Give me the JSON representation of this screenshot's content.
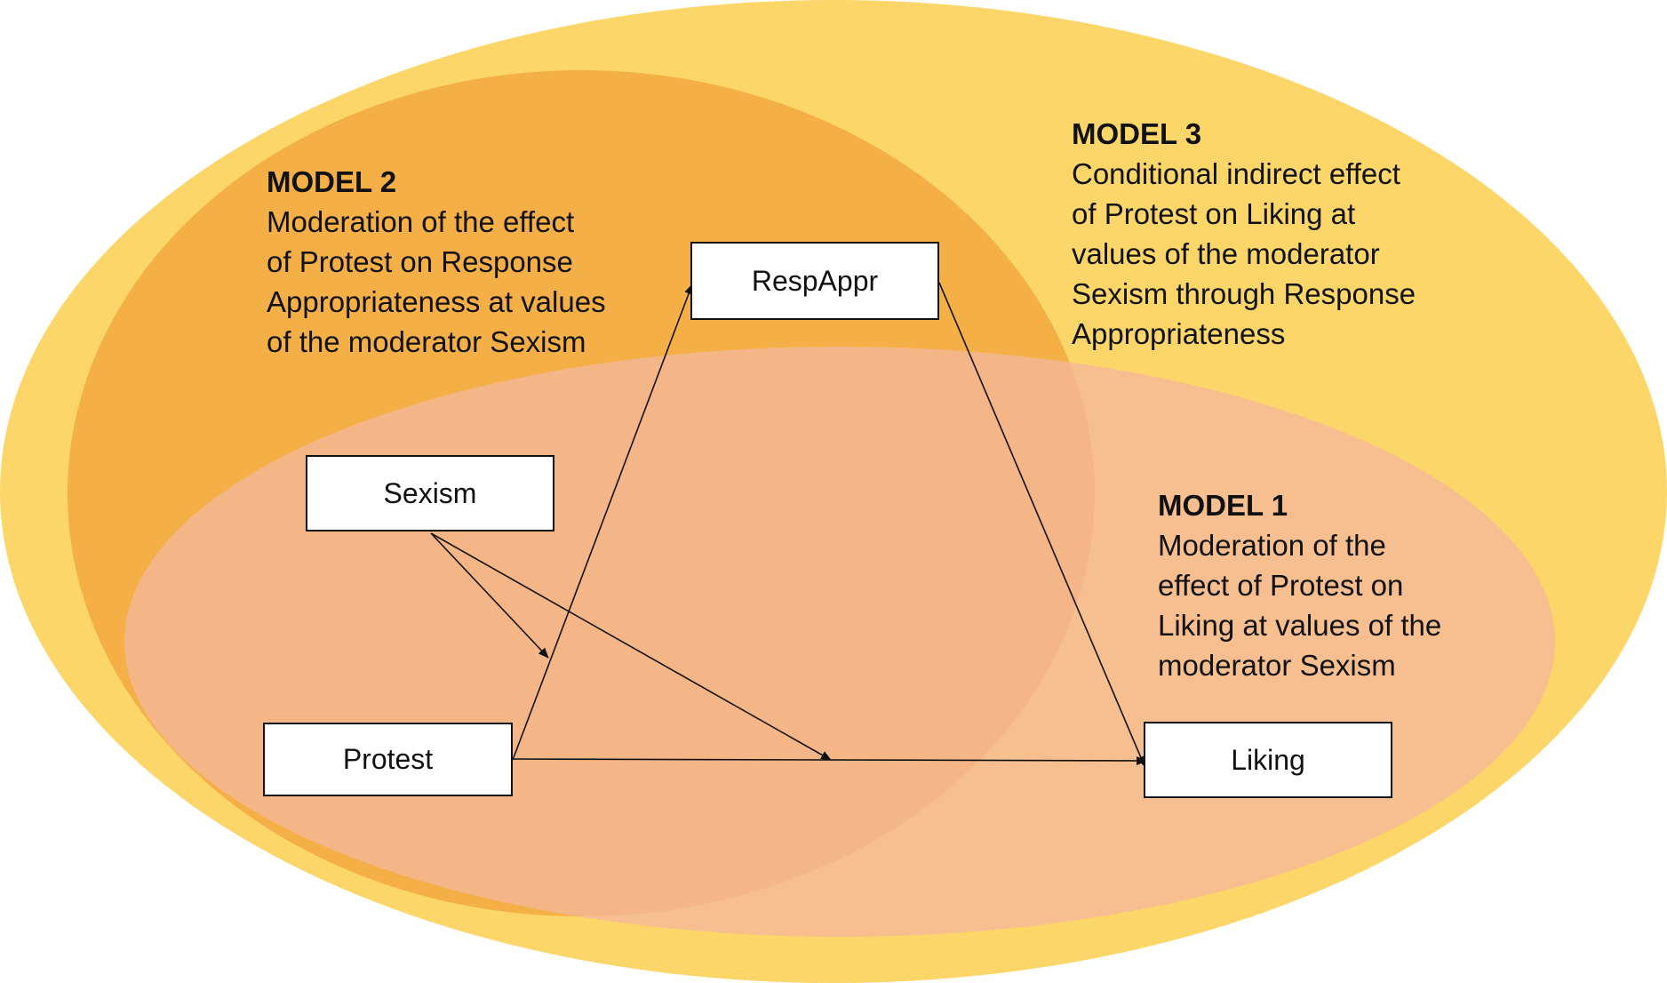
{
  "colors": {
    "outer_ellipse": "#FCD668",
    "model2_ellipse": "#F3A23C",
    "model1_ellipse": "#F5B99A",
    "line": "#111111"
  },
  "models": {
    "model1": {
      "title": "MODEL 1",
      "lines": [
        "Moderation of the",
        "effect of Protest on",
        "Liking at values of the",
        "moderator Sexism"
      ]
    },
    "model2": {
      "title": "MODEL 2",
      "lines": [
        "Moderation of the effect",
        "of Protest on Response",
        "Appropriateness at values",
        "of the moderator Sexism"
      ]
    },
    "model3": {
      "title": "MODEL 3",
      "lines": [
        "Conditional indirect effect",
        "of Protest on Liking at",
        "values of the moderator",
        "Sexism through Response",
        "Appropriateness"
      ]
    }
  },
  "nodes": {
    "respappr": "RespAppr",
    "sexism": "Sexism",
    "protest": "Protest",
    "liking": "Liking"
  },
  "edges": [
    {
      "from": "Protest",
      "to": "RespAppr"
    },
    {
      "from": "RespAppr",
      "to": "Liking"
    },
    {
      "from": "Protest",
      "to": "Liking"
    },
    {
      "from": "Sexism",
      "to": "Protest → RespAppr path"
    },
    {
      "from": "Sexism",
      "to": "Protest → Liking path"
    }
  ]
}
